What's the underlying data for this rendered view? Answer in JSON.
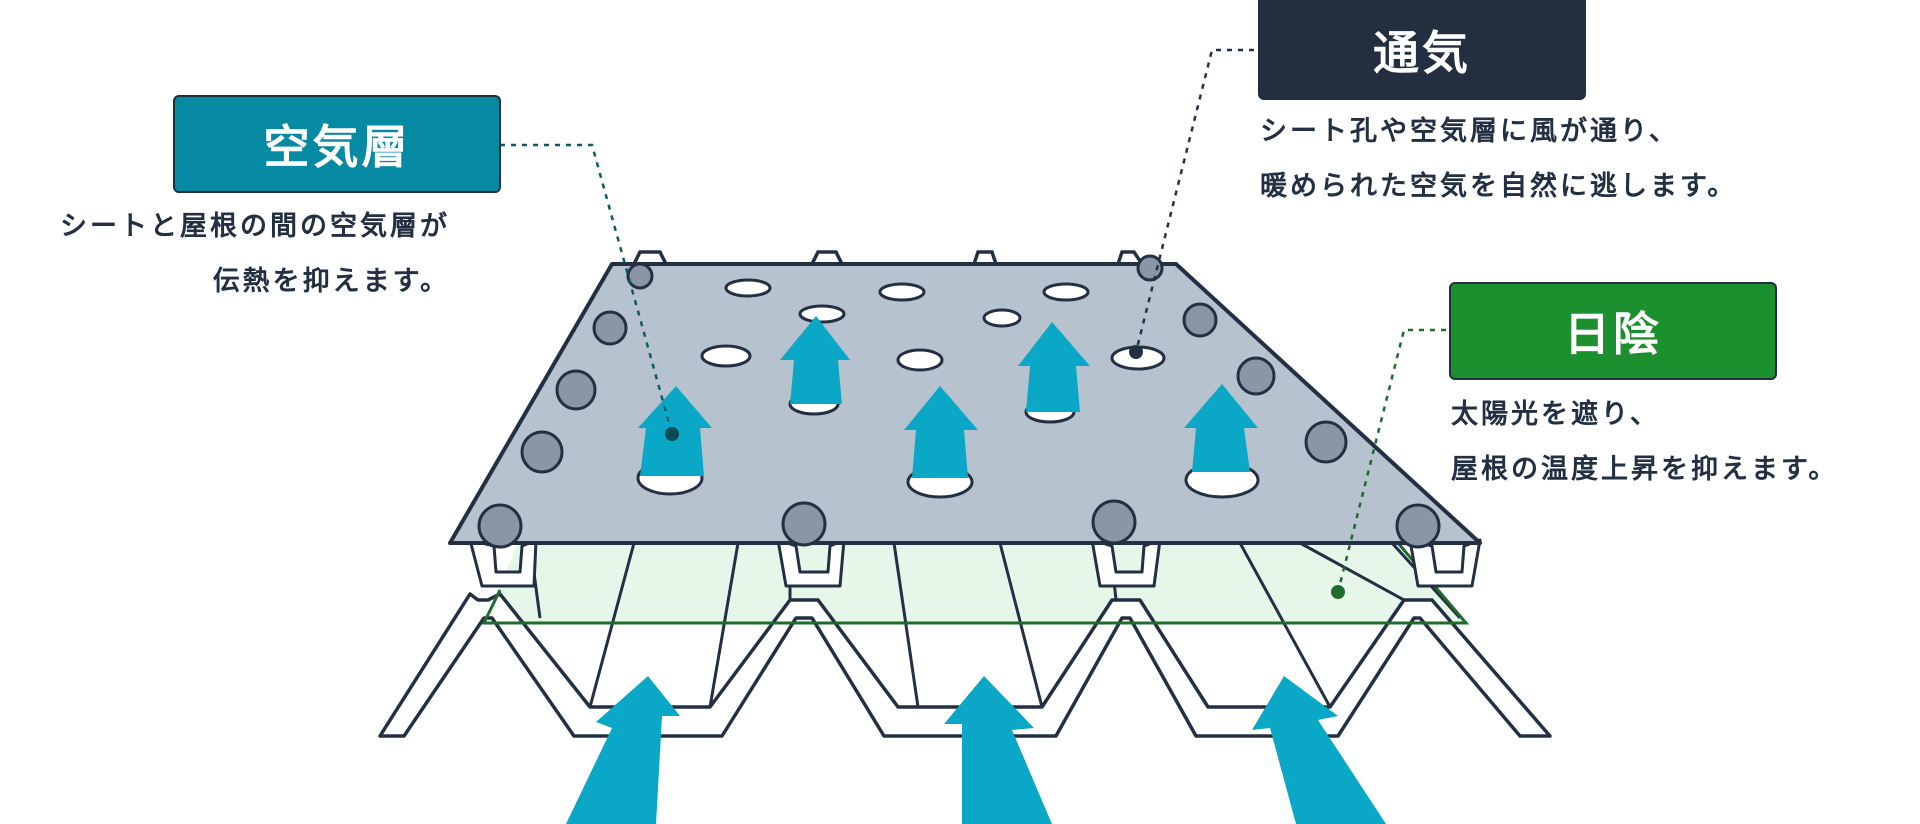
{
  "labels": {
    "air_layer": {
      "title": "空気層",
      "desc_line1": "シートと屋根の間の空気層が",
      "desc_line2": "伝熱を抑えます。",
      "color": "#068aa3"
    },
    "ventilation": {
      "title": "通気",
      "desc_line1": "シート孔や空気層に風が通り、",
      "desc_line2": "暖められた空気を自然に逃します。",
      "color": "#232e40"
    },
    "shade": {
      "title": "日陰",
      "desc_line1": "太陽光を遮り、",
      "desc_line2": "屋根の温度上昇を抑えます。",
      "color": "#1c8f2e"
    }
  },
  "colors": {
    "sheet_fill": "#b7c2cf",
    "outline": "#233043",
    "arrow": "#0aa8c6",
    "shade_fill": "#e6f7e9",
    "shade_line": "#1e6b2a",
    "bolt": "#8896a6"
  }
}
